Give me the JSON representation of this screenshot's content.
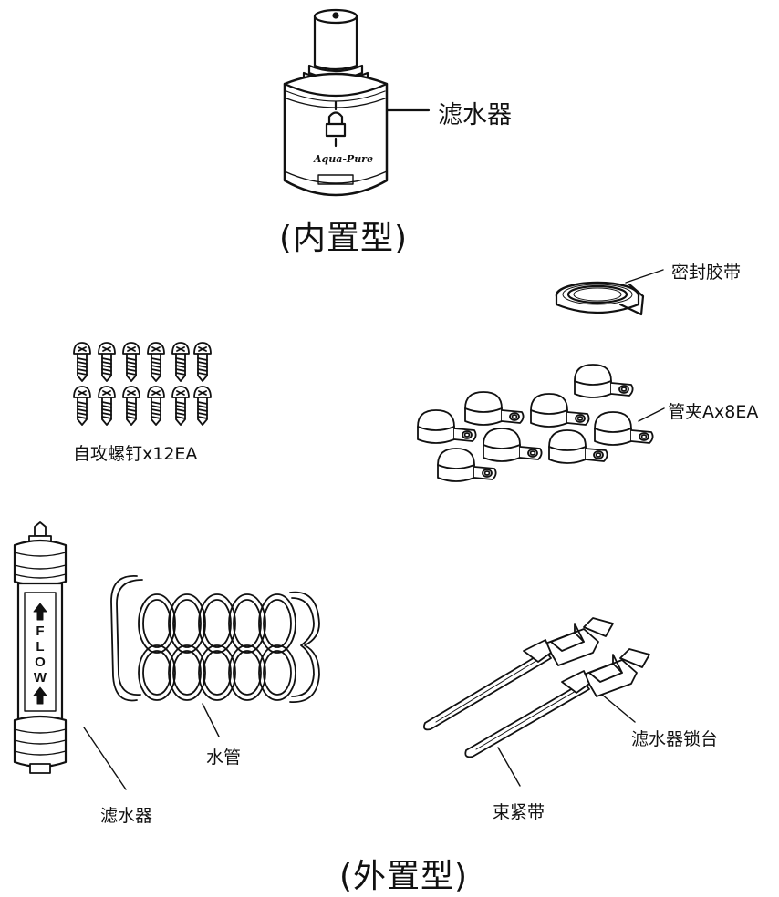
{
  "labels": {
    "filter_internal": "滤水器",
    "internal_caption": "(内置型)",
    "tape": "密封胶带",
    "screws": "自攻螺钉x12EA",
    "clamps": "管夹Ax8EA",
    "tube": "水管",
    "filter_external": "滤水器",
    "holder": "滤水器锁台",
    "cable_tie": "束紧带",
    "external_caption": "(外置型)"
  },
  "filter_brand": "Aqua-Pure",
  "flow_letters": [
    "F",
    "L",
    "O",
    "W"
  ]
}
